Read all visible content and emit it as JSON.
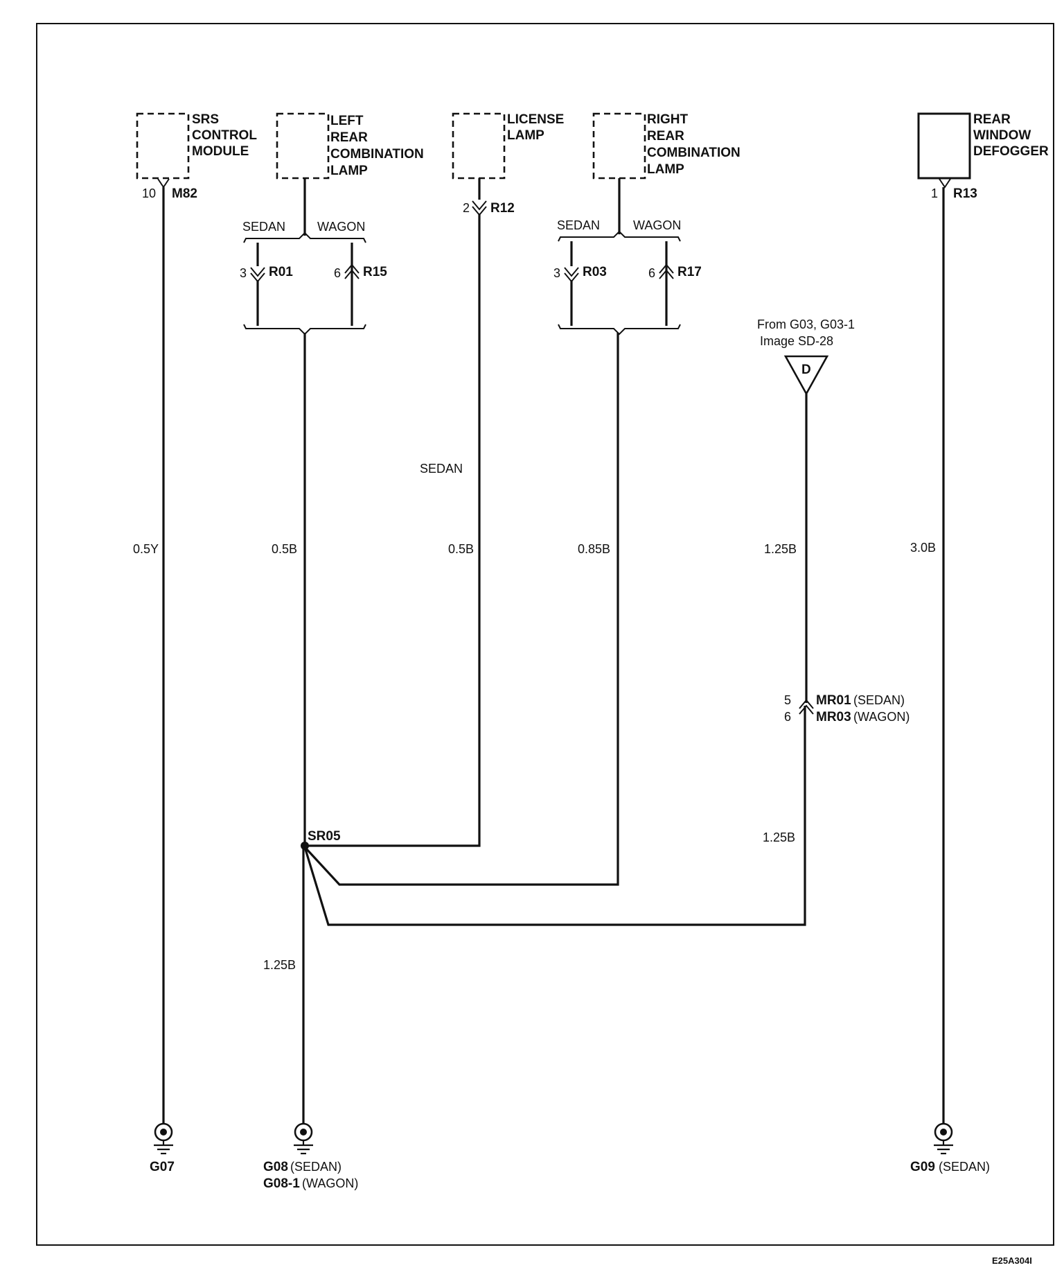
{
  "components": {
    "srs": [
      "SRS",
      "CONTROL",
      "MODULE"
    ],
    "left_lamp": [
      "LEFT",
      "REAR",
      "COMBINATION",
      "LAMP"
    ],
    "license": [
      "LICENSE",
      "LAMP"
    ],
    "right_lamp": [
      "RIGHT",
      "REAR",
      "COMBINATION",
      "LAMP"
    ],
    "defogger": [
      "REAR",
      "WINDOW",
      "DEFOGGER"
    ]
  },
  "connectors": {
    "m82": {
      "pin": "10",
      "name": "M82"
    },
    "r01": {
      "pin": "3",
      "name": "R01"
    },
    "r15": {
      "pin": "6",
      "name": "R15"
    },
    "r12": {
      "pin": "2",
      "name": "R12"
    },
    "r03": {
      "pin": "3",
      "name": "R03"
    },
    "r17": {
      "pin": "6",
      "name": "R17"
    },
    "r13": {
      "pin": "1",
      "name": "R13"
    },
    "mr01": {
      "pin": "5",
      "name": "MR01",
      "suffix": "(SEDAN)"
    },
    "mr03": {
      "pin": "6",
      "name": "MR03",
      "suffix": "(WAGON)"
    }
  },
  "branches": {
    "left_sedan": "SEDAN",
    "left_wagon": "WAGON",
    "right_sedan": "SEDAN",
    "right_wagon": "WAGON",
    "license_sedan": "SEDAN"
  },
  "wires": {
    "w1": "0.5Y",
    "w2": "0.5B",
    "w3": "0.5B",
    "w4": "0.85B",
    "w5": "1.25B",
    "w6": "3.0B",
    "w7": "1.25B",
    "w8": "1.25B"
  },
  "splice": "SR05",
  "from_ref": {
    "line1": "From G03, G03-1",
    "line2": "Image  SD-28",
    "letter": "D"
  },
  "grounds": {
    "g07": "G07",
    "g08": {
      "name": "G08",
      "suffix": "(SEDAN)"
    },
    "g08_1": {
      "name": "G08-1",
      "suffix": "(WAGON)"
    },
    "g09": {
      "name": "G09",
      "suffix": "(SEDAN)"
    }
  },
  "figure_code": "E25A304I"
}
